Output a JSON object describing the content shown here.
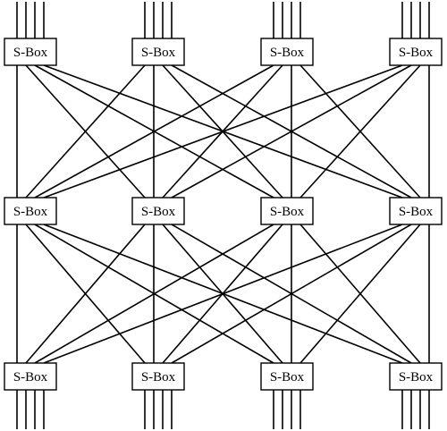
{
  "diagram": {
    "type": "substitution-permutation-network",
    "box_label": "S-Box",
    "rounds": 3,
    "boxes_per_round": 4,
    "bits_per_box": 4,
    "rows": [
      {
        "boxes": [
          "S-Box",
          "S-Box",
          "S-Box",
          "S-Box"
        ]
      },
      {
        "boxes": [
          "S-Box",
          "S-Box",
          "S-Box",
          "S-Box"
        ]
      },
      {
        "boxes": [
          "S-Box",
          "S-Box",
          "S-Box",
          "S-Box"
        ]
      }
    ],
    "input_wires": [
      {
        "box": 0,
        "bit": 0
      },
      {
        "box": 0,
        "bit": 1
      },
      {
        "box": 0,
        "bit": 2
      },
      {
        "box": 0,
        "bit": 3
      },
      {
        "box": 1,
        "bit": 0
      },
      {
        "box": 1,
        "bit": 1
      },
      {
        "box": 1,
        "bit": 2
      },
      {
        "box": 1,
        "bit": 3
      },
      {
        "box": 2,
        "bit": 0
      },
      {
        "box": 2,
        "bit": 1
      },
      {
        "box": 2,
        "bit": 2
      },
      {
        "box": 2,
        "bit": 3
      },
      {
        "box": 3,
        "bit": 0
      },
      {
        "box": 3,
        "bit": 1
      },
      {
        "box": 3,
        "bit": 2
      },
      {
        "box": 3,
        "bit": 3
      }
    ],
    "permutation_stages": [
      {
        "from_row": 0,
        "to_row": 1,
        "edges": [
          {
            "from_box": 0,
            "from_bit": 0,
            "to_box": 0,
            "to_bit": 0
          },
          {
            "from_box": 0,
            "from_bit": 1,
            "to_box": 1,
            "to_bit": 0
          },
          {
            "from_box": 0,
            "from_bit": 2,
            "to_box": 2,
            "to_bit": 0
          },
          {
            "from_box": 0,
            "from_bit": 3,
            "to_box": 3,
            "to_bit": 0
          },
          {
            "from_box": 1,
            "from_bit": 0,
            "to_box": 0,
            "to_bit": 1
          },
          {
            "from_box": 1,
            "from_bit": 1,
            "to_box": 1,
            "to_bit": 1
          },
          {
            "from_box": 1,
            "from_bit": 2,
            "to_box": 2,
            "to_bit": 1
          },
          {
            "from_box": 1,
            "from_bit": 3,
            "to_box": 3,
            "to_bit": 1
          },
          {
            "from_box": 2,
            "from_bit": 0,
            "to_box": 0,
            "to_bit": 2
          },
          {
            "from_box": 2,
            "from_bit": 1,
            "to_box": 1,
            "to_bit": 2
          },
          {
            "from_box": 2,
            "from_bit": 2,
            "to_box": 2,
            "to_bit": 2
          },
          {
            "from_box": 2,
            "from_bit": 3,
            "to_box": 3,
            "to_bit": 2
          },
          {
            "from_box": 3,
            "from_bit": 0,
            "to_box": 0,
            "to_bit": 3
          },
          {
            "from_box": 3,
            "from_bit": 1,
            "to_box": 1,
            "to_bit": 3
          },
          {
            "from_box": 3,
            "from_bit": 2,
            "to_box": 2,
            "to_bit": 3
          },
          {
            "from_box": 3,
            "from_bit": 3,
            "to_box": 3,
            "to_bit": 3
          }
        ]
      },
      {
        "from_row": 1,
        "to_row": 2,
        "edges": [
          {
            "from_box": 0,
            "from_bit": 0,
            "to_box": 0,
            "to_bit": 0
          },
          {
            "from_box": 0,
            "from_bit": 1,
            "to_box": 1,
            "to_bit": 0
          },
          {
            "from_box": 0,
            "from_bit": 2,
            "to_box": 2,
            "to_bit": 0
          },
          {
            "from_box": 0,
            "from_bit": 3,
            "to_box": 3,
            "to_bit": 0
          },
          {
            "from_box": 1,
            "from_bit": 0,
            "to_box": 0,
            "to_bit": 1
          },
          {
            "from_box": 1,
            "from_bit": 1,
            "to_box": 1,
            "to_bit": 1
          },
          {
            "from_box": 1,
            "from_bit": 2,
            "to_box": 2,
            "to_bit": 1
          },
          {
            "from_box": 1,
            "from_bit": 3,
            "to_box": 3,
            "to_bit": 1
          },
          {
            "from_box": 2,
            "from_bit": 0,
            "to_box": 0,
            "to_bit": 2
          },
          {
            "from_box": 2,
            "from_bit": 1,
            "to_box": 1,
            "to_bit": 2
          },
          {
            "from_box": 2,
            "from_bit": 2,
            "to_box": 2,
            "to_bit": 2
          },
          {
            "from_box": 2,
            "from_bit": 3,
            "to_box": 3,
            "to_bit": 2
          },
          {
            "from_box": 3,
            "from_bit": 0,
            "to_box": 0,
            "to_bit": 3
          },
          {
            "from_box": 3,
            "from_bit": 1,
            "to_box": 1,
            "to_bit": 3
          },
          {
            "from_box": 3,
            "from_bit": 2,
            "to_box": 2,
            "to_bit": 3
          },
          {
            "from_box": 3,
            "from_bit": 3,
            "to_box": 3,
            "to_bit": 3
          }
        ]
      }
    ],
    "output_wires": [
      {
        "box": 0,
        "bit": 0
      },
      {
        "box": 0,
        "bit": 1
      },
      {
        "box": 0,
        "bit": 2
      },
      {
        "box": 0,
        "bit": 3
      },
      {
        "box": 1,
        "bit": 0
      },
      {
        "box": 1,
        "bit": 1
      },
      {
        "box": 1,
        "bit": 2
      },
      {
        "box": 1,
        "bit": 3
      },
      {
        "box": 2,
        "bit": 0
      },
      {
        "box": 2,
        "bit": 1
      },
      {
        "box": 2,
        "bit": 2
      },
      {
        "box": 2,
        "bit": 3
      },
      {
        "box": 3,
        "bit": 0
      },
      {
        "box": 3,
        "bit": 1
      },
      {
        "box": 3,
        "bit": 2
      },
      {
        "box": 3,
        "bit": 3
      }
    ],
    "colors": {
      "line": "#000000",
      "box_fill": "#ffffff",
      "background": "#ffffff"
    }
  }
}
